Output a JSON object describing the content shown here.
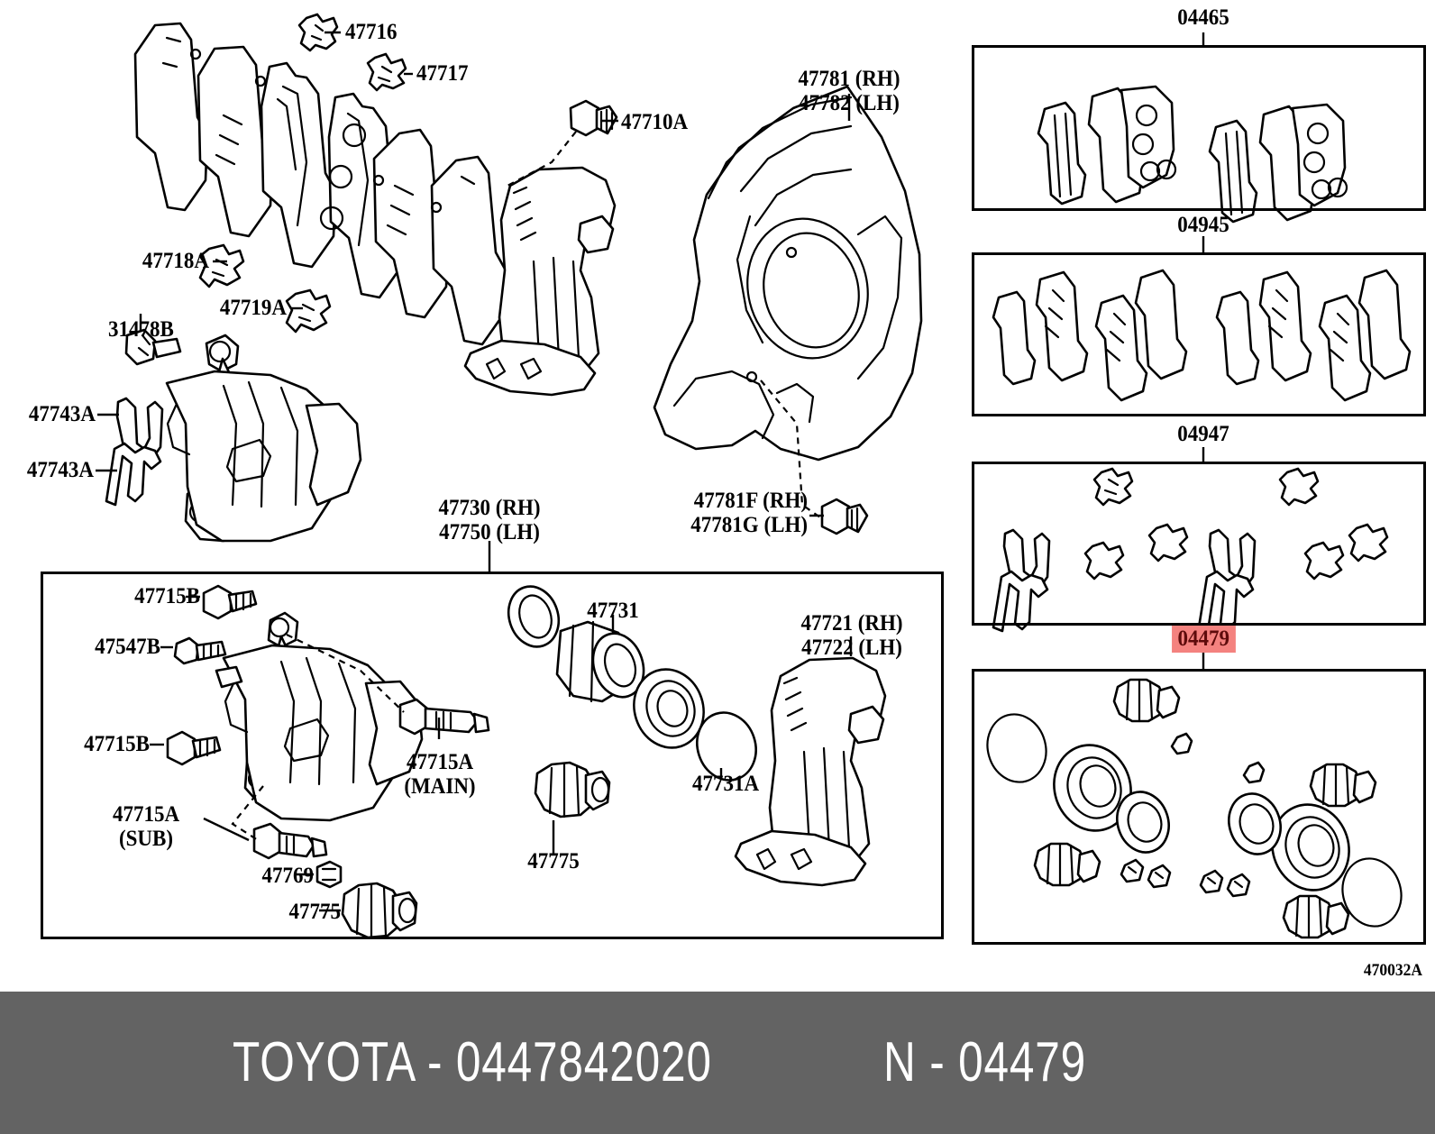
{
  "diagram": {
    "id": "470032A",
    "footer_brand_part": "TOYOTA - 0447842020",
    "footer_code": "N - 04479",
    "footer_bg": "#636363",
    "highlight_bg": "#f4827f",
    "highlight_fg": "#5e0b0b"
  },
  "callouts": {
    "c47716": "47716",
    "c47717": "47717",
    "c47718A": "47718A",
    "c47719A": "47719A",
    "c31478B": "31478B",
    "c47743A_1": "47743A",
    "c47743A_2": "47743A",
    "c47710A": "47710A",
    "c47781_rh_lh": "47781 (RH)\n47782 (LH)",
    "c47781F_G": "47781F (RH)\n47781G (LH)",
    "c47730_47750": "47730 (RH)\n47750 (LH)",
    "c47715B_1": "47715B",
    "c47547B": "47547B",
    "c47715B_2": "47715B",
    "c47715A_main": "47715A\n(MAIN)",
    "c47715A_sub": "47715A\n(SUB)",
    "c47769": "47769",
    "c47775_left": "47775",
    "c47731": "47731",
    "c47731A": "47731A",
    "c47775_mid": "47775",
    "c47721_47722": "47721 (RH)\n47722 (LH)"
  },
  "kit_panels": {
    "p04465": "04465",
    "p04945": "04945",
    "p04947": "04947",
    "p04479": "04479"
  }
}
